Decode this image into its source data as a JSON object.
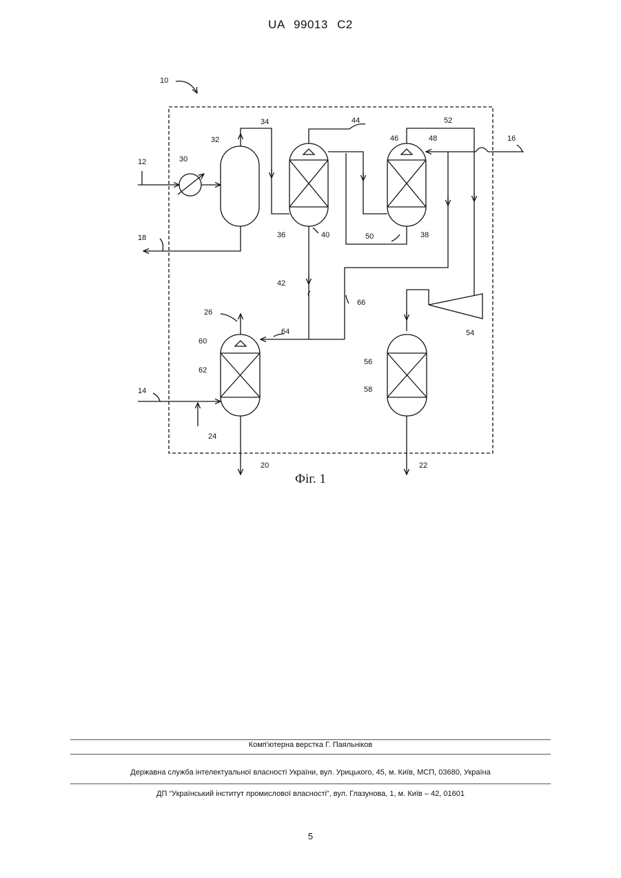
{
  "header": {
    "doc_id": "UA   99013   C2"
  },
  "figure": {
    "caption": "Фіг. 1",
    "labels": {
      "l10": "10",
      "l12": "12",
      "l14": "14",
      "l16": "16",
      "l18": "18",
      "l20": "20",
      "l22": "22",
      "l24": "24",
      "l26": "26",
      "l30": "30",
      "l32": "32",
      "l34": "34",
      "l36": "36",
      "l38": "38",
      "l40": "40",
      "l42": "42",
      "l44": "44",
      "l46": "46",
      "l48": "48",
      "l50": "50",
      "l52": "52",
      "l54": "54",
      "l56": "56",
      "l58": "58",
      "l60": "60",
      "l62": "62",
      "l64": "64",
      "l66": "66"
    }
  },
  "footer": {
    "layout_credit": "Комп'ютерна верстка Г. Паяльніков",
    "agency": "Державна служба інтелектуальної власності України, вул. Урицького, 45, м. Київ, МСП, 03680, Україна",
    "institute": "ДП “Український інститут промислової власності”, вул. Глазунова, 1, м. Київ – 42, 01601"
  },
  "page_number": "5"
}
